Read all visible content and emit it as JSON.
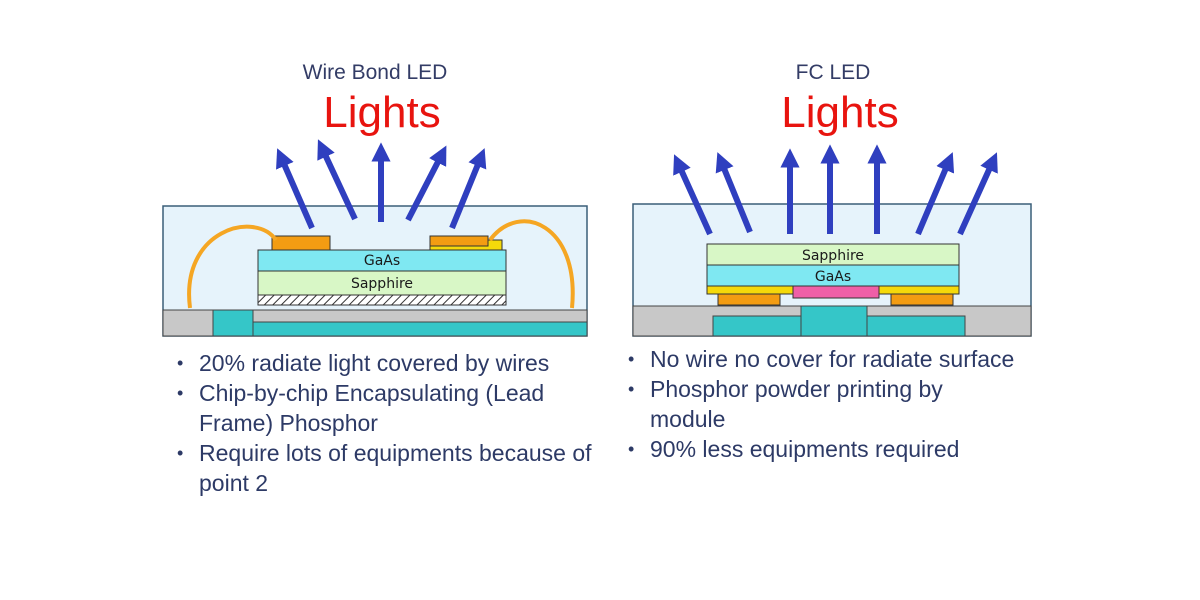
{
  "wire_bond": {
    "heading": "Wire Bond LED",
    "lights": "Lights",
    "top_layer": "GaAs",
    "bottom_layer": "Sapphire",
    "bullets": [
      "20% radiate light covered by wires",
      "Chip-by-chip Encapsulating (Lead Frame) Phosphor",
      "Require lots of equipments because of point 2"
    ]
  },
  "flip_chip": {
    "heading": "FC LED",
    "lights": "Lights",
    "top_layer": "Sapphire",
    "bottom_layer": "GaAs",
    "bullets": [
      "No wire no cover for radiate surface",
      "Phosphor powder printing by module",
      "90% less equipments required"
    ]
  },
  "colors": {
    "heading": "#333c66",
    "lights": "#e8140f",
    "arrow": "#2f3fbf",
    "package_fill": "#e6f3fb",
    "gaas": "#7fe8f2",
    "sapphire": "#d8f7c6",
    "pad": "#f39c12",
    "wire": "#f5a623",
    "substrate": "#c8c8c8",
    "lead": "#35c6c8",
    "bullet_text": "#2d3a66"
  }
}
